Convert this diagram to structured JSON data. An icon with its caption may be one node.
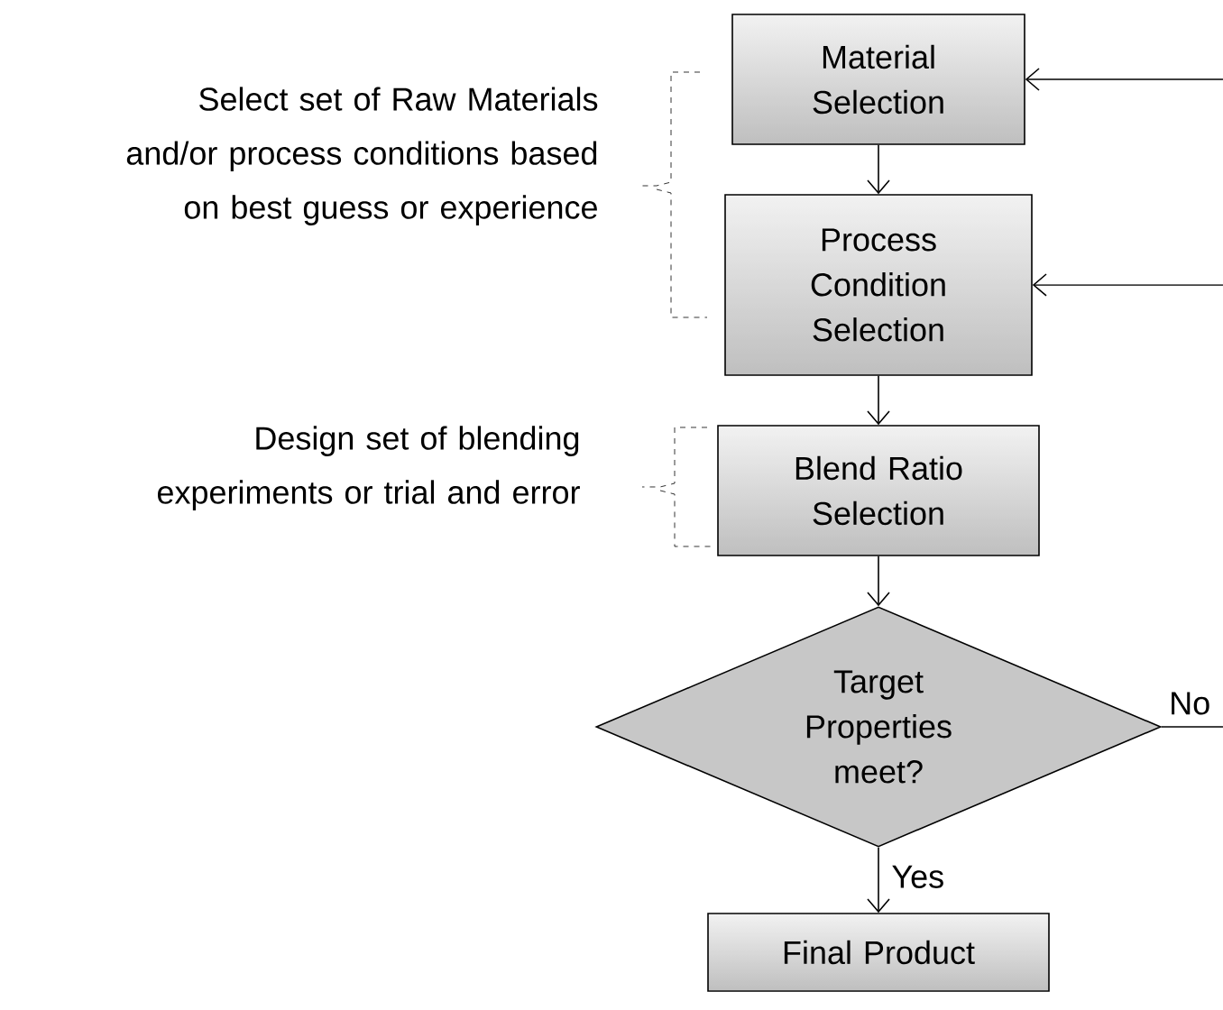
{
  "diagram": {
    "nodes": [
      {
        "text": [
          "Material Selection"
        ]
      },
      {
        "text": [
          "Process Condition Selection"
        ]
      },
      {
        "text": [
          "Blend Ratio Selection"
        ]
      },
      {
        "text": [
          "Target Properties meet?"
        ]
      },
      {
        "text": [
          "Final Product"
        ]
      }
    ],
    "edges": [
      {
        "from": 0,
        "to": 1,
        "arrow": "to"
      },
      {
        "from": 1,
        "to": 2,
        "arrow": "to"
      },
      {
        "from": 2,
        "to": 3,
        "arrow": "to"
      },
      {
        "from": 3,
        "to": 4,
        "arrow": "to",
        "label": "Yes"
      },
      {
        "from": null,
        "to": 0,
        "arrow": "to"
      },
      {
        "from": null,
        "to": 1,
        "arrow": "to"
      },
      {
        "from": 3,
        "to": null,
        "arrow": "none",
        "label": "No"
      }
    ],
    "labels": [
      "Select set of Raw Materials and/or process conditions based on best guess or experience",
      "Design set of blending experiments or trial and error"
    ]
  }
}
